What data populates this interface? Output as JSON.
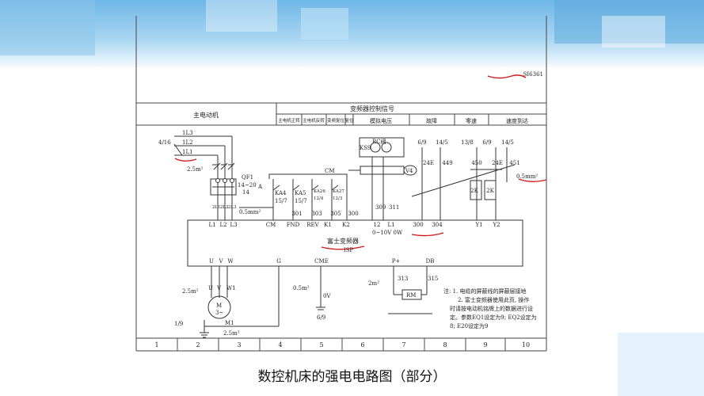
{
  "page_code": "SI6361",
  "header": {
    "left_title": "主电动机",
    "right_title": "变频器控制信号",
    "columns": [
      "主电机正转",
      "主电机反转",
      "变频复位",
      "复位",
      "模拟电压",
      "故障",
      "零速",
      "速度到达"
    ]
  },
  "source": {
    "label_line": "4/16",
    "lines": [
      "1L3",
      "1L2",
      "1L1"
    ],
    "wire": "2.5m²"
  },
  "breaker": {
    "id": "QF1",
    "rating": "14~20",
    "unit": "A",
    "ref": "14"
  },
  "pre_terminals": [
    "2L1",
    "2L2",
    "2L3"
  ],
  "wire_05": "0.5mm²",
  "cm": {
    "label": "CM",
    "relays": [
      {
        "name": "KA4",
        "ref": "15/7"
      },
      {
        "name": "KA5",
        "ref": "15/7"
      },
      {
        "name": "KA26",
        "ref": "12/4"
      },
      {
        "name": "KA27",
        "ref": "12/3"
      }
    ],
    "wires": [
      "301",
      "303",
      "305",
      "300"
    ]
  },
  "rc": {
    "pot": "RC阀",
    "ks": "KS9",
    "v": "V4"
  },
  "analog_wires": [
    "309",
    "311"
  ],
  "refs": [
    "6/9",
    "14/5",
    "13/8",
    "6/9",
    "14/5"
  ],
  "pairs": [
    "24E",
    "449",
    "450",
    "24E",
    "451"
  ],
  "shield": "0.5mm²",
  "k": [
    "2K",
    "2K"
  ],
  "inv": {
    "top_terminals": [
      "L1",
      "L2",
      "L3",
      "CM",
      "FND",
      "REV",
      "K1",
      "K2",
      "12",
      "L1"
    ],
    "range": "0~10V 0W",
    "mid_wires": [
      "300",
      "304"
    ],
    "outs": [
      "Y1",
      "Y2"
    ],
    "name": "富士变频器",
    "code": "ISP",
    "bottom": [
      "U",
      "V",
      "W",
      "G",
      "CME",
      "P+",
      "DB"
    ]
  },
  "motor": {
    "wire": "2.5m²",
    "phases": [
      "U",
      "V",
      "W1"
    ],
    "m": "M",
    "phase": "3~",
    "id": "M1",
    "ref": "1/9",
    "gnd_wire": "2.5m²"
  },
  "cme": {
    "wire": "0.5m²",
    "lbl": "0V",
    "ref": "6/9"
  },
  "brake": {
    "wire": "2m²",
    "w1": "313",
    "w2": "315",
    "r": "RM"
  },
  "notes": [
    "注: 1. 电缆的屏蔽线的屏蔽层接地",
    "2. 富士变频器使用此页, 操作",
    "时请按电动机铭牌上的数据进行设",
    "定。参数EQ1设定为9; EQ2设定为",
    "8; E20设定为9"
  ],
  "columns_numbers": [
    "1",
    "2",
    "3",
    "4",
    "5",
    "6",
    "7",
    "8",
    "9",
    "10"
  ],
  "caption": "数控机床的强电电路图（部分）"
}
